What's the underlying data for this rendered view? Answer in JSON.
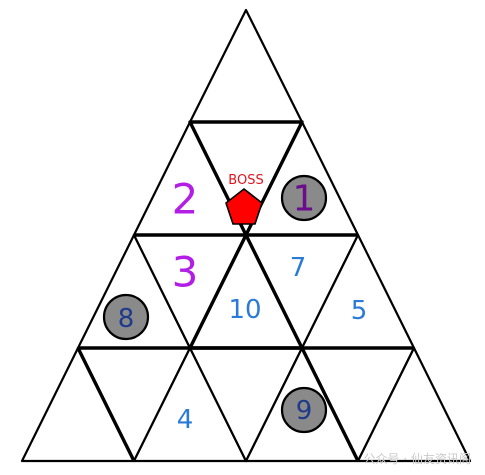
{
  "puzzle": {
    "boss_label": "BOSS",
    "cell_numbers": [
      "2",
      "3",
      "7",
      "10",
      "5",
      "4"
    ],
    "tokens": [
      "1",
      "8",
      "9"
    ],
    "colors": {
      "number_purple": "#b21ee6",
      "number_blue": "#2a7bd8",
      "token_fill": "#8a8a8a",
      "boss": "#ff0000"
    }
  },
  "watermark": "公众号 · 仙友资讯阁"
}
